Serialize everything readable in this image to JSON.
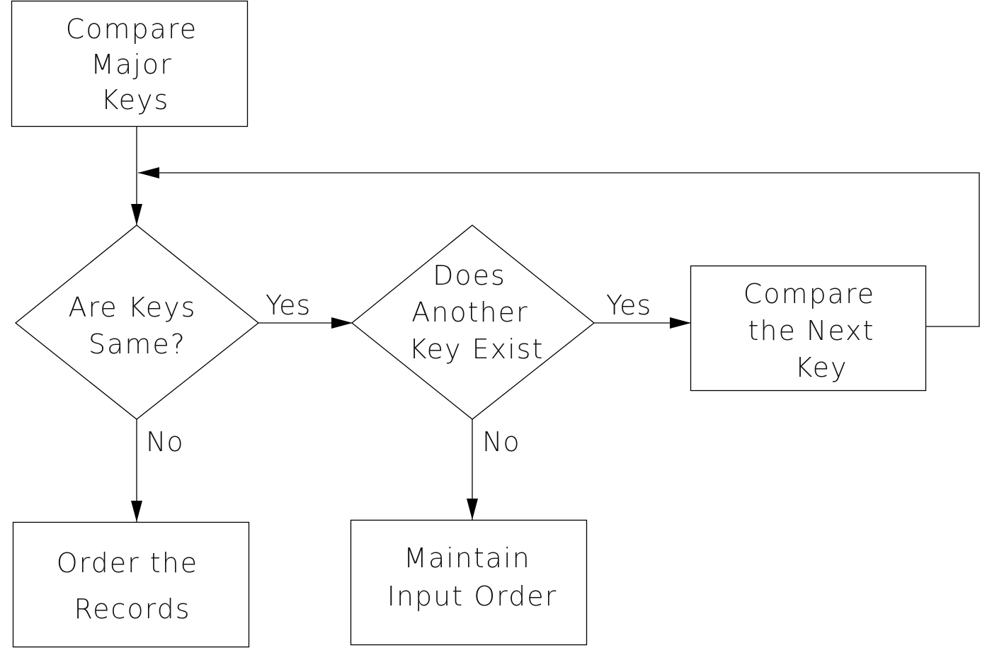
{
  "nodes": {
    "compare_major_keys": {
      "lines": [
        "Compare",
        "Major",
        "Keys"
      ]
    },
    "are_keys_same": {
      "lines": [
        "Are Keys",
        "Same?"
      ]
    },
    "another_key_exists": {
      "lines": [
        "Does",
        "Another",
        "Key Exist"
      ]
    },
    "compare_next_key": {
      "lines": [
        "Compare",
        "the Next",
        "Key"
      ]
    },
    "order_records": {
      "lines": [
        "Order the",
        "Records"
      ]
    },
    "maintain_input_order": {
      "lines": [
        "Maintain",
        "Input Order"
      ]
    }
  },
  "edges": {
    "same_yes": "Yes",
    "exist_yes": "Yes",
    "same_no": "No",
    "exist_no": "No"
  }
}
